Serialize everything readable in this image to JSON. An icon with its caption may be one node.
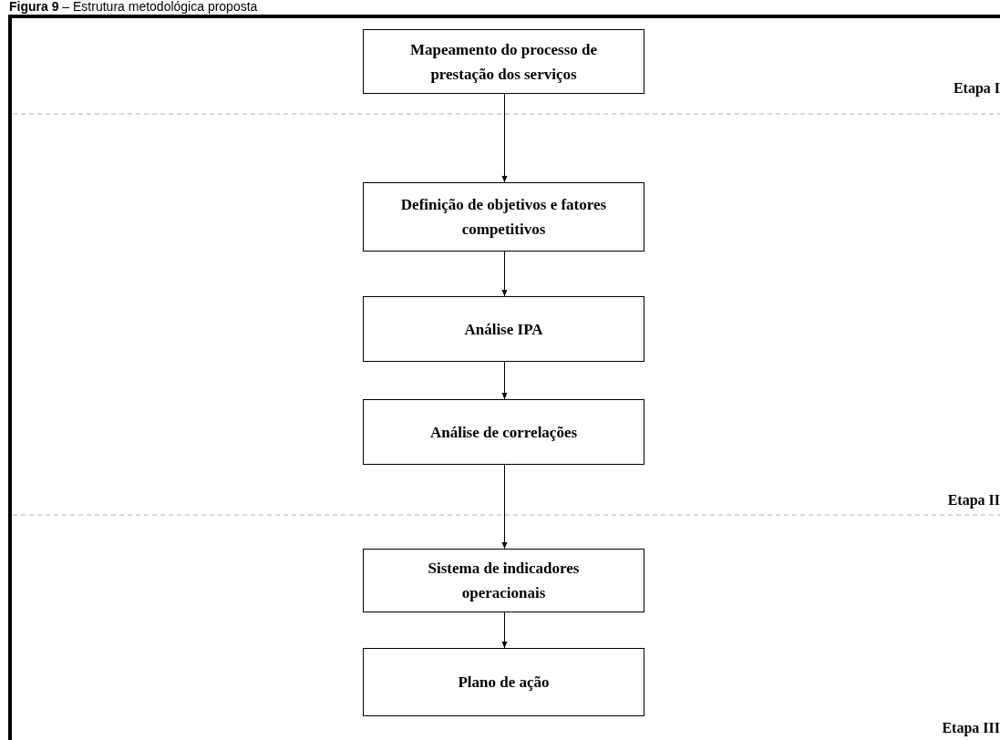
{
  "diagram": {
    "title": "**Figura 9** – Estrutura metodológica proposta",
    "nodes": [
      {
        "text": [
          "Mapeamento do processo de prestação dos serviços"
        ]
      },
      {
        "text": [
          "Definição de objetivos e fatores competitivos"
        ]
      },
      {
        "text": [
          "Análise IPA"
        ]
      },
      {
        "text": [
          "Análise de correlações"
        ]
      },
      {
        "text": [
          "Sistema de indicadores operacionais"
        ]
      },
      {
        "text": [
          "Plano de ação"
        ]
      }
    ],
    "edges": [
      {
        "from": 0,
        "to": 1,
        "arrow": "to"
      },
      {
        "from": 1,
        "to": 2,
        "arrow": "to"
      },
      {
        "from": 2,
        "to": 3,
        "arrow": "to"
      },
      {
        "from": 3,
        "to": 4,
        "arrow": "to"
      },
      {
        "from": 4,
        "to": 5,
        "arrow": "to"
      }
    ],
    "labels": [
      "Etapa I",
      "Etapa II",
      "Etapa III"
    ]
  }
}
